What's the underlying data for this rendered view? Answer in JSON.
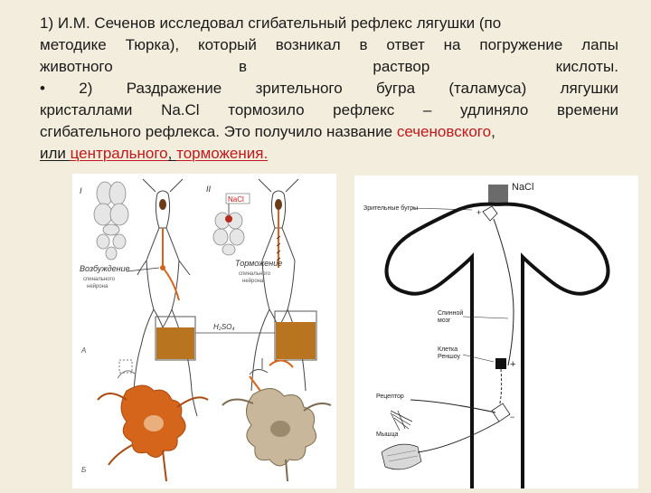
{
  "text": {
    "line1": "1)  И.М. Сеченов исследовал сгибательный рефлекс лягушки (по",
    "line2": "методике  Тюрка), который  возникал в ответ на  погружение лапы",
    "line3_words": [
      "животного",
      "в",
      "раствор",
      "кислоты."
    ],
    "line4": "• 2)  Раздражение  зрительного  бугра  (таламуса)  лягушки",
    "line5": "кристаллами Na.Cl тормозило рефлекс – удлиняло времени",
    "line6_a": "сгибательного рефлекса. Это получило название ",
    "line6_hl": "сеченовского",
    "line6_b": ",",
    "line7_a": "или ",
    "line7_hl1": "центрального",
    "line7_b": ",  ",
    "line7_hl2": "торможения."
  },
  "left_figure": {
    "roman1": "I",
    "roman2": "II",
    "nacl": "NaCl",
    "excite_1": "Возбуждение",
    "excite_2": "спинального",
    "excite_3": "нейрона",
    "inhib_1": "Торможение",
    "inhib_2": "спинального",
    "inhib_3": "нейрона",
    "acid": "H₂SO₄",
    "letter_a": "А",
    "letter_b": "Б"
  },
  "right_figure": {
    "nacl": "NaCl",
    "thalamus": "Зрительные бугры",
    "spinal_1": "Спинной",
    "spinal_2": "мозг",
    "renshaw_1": "Клетка",
    "renshaw_2": "Реншоу",
    "receptor": "Рецептор",
    "muscle": "Мышца"
  },
  "colors": {
    "highlight": "#c0181b",
    "background": "#f3eddd",
    "orange": "#d4651a",
    "acid": "#b8741f"
  }
}
